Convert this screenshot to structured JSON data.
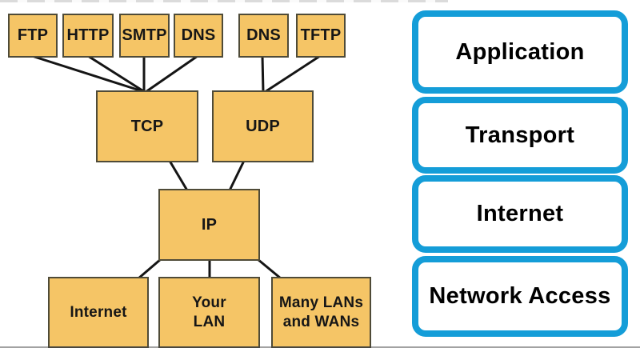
{
  "diagram": {
    "app_protocols": {
      "ftp": "FTP",
      "http": "HTTP",
      "smtp": "SMTP",
      "dns_tcp": "DNS",
      "dns_udp": "DNS",
      "tftp": "TFTP"
    },
    "transport_protocols": {
      "tcp": "TCP",
      "udp": "UDP"
    },
    "internet_protocols": {
      "ip": "IP"
    },
    "network_access": {
      "internet": "Internet",
      "your_lan": "Your\nLAN",
      "many_lans": "Many LANs\nand WANs"
    }
  },
  "stack": {
    "layers": [
      "Application",
      "Transport",
      "Internet",
      "Network Access"
    ]
  },
  "colors": {
    "box_fill": "#f5c566",
    "box_border": "#4f4b38",
    "line_color": "#151515",
    "stack_border": "#149dd8",
    "text_color": "#161616"
  }
}
